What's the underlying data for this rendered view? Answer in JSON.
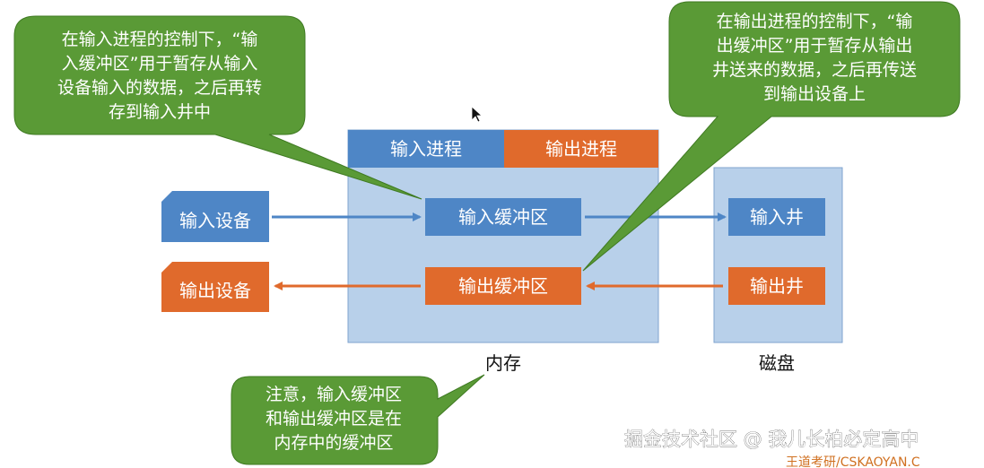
{
  "callouts": {
    "input": [
      "在输入进程的控制下，“输",
      "入缓冲区”用于暂存从输入",
      "设备输入的数据，之后再转",
      "存到输入井中"
    ],
    "output": [
      "在输出进程的控制下，“输",
      "出缓冲区”用于暂存从输出",
      "井送来的数据，之后再传送",
      "到输出设备上"
    ],
    "note": [
      "注意，输入缓冲区",
      "和输出缓冲区是在",
      "内存中的缓冲区"
    ]
  },
  "memory": {
    "label": "内存",
    "input_process": "输入进程",
    "output_process": "输出进程",
    "input_buffer": "输入缓冲区",
    "output_buffer": "输出缓冲区"
  },
  "disk": {
    "label": "磁盘",
    "input_well": "输入井",
    "output_well": "输出井"
  },
  "devices": {
    "input_device": "输入设备",
    "output_device": "输出设备"
  },
  "watermark": {
    "main": "掘金技术社区 @ 我儿长柏必定高中",
    "bottom": "王道考研/CSKAOYAN.C"
  },
  "colors": {
    "blue": "#4e86c6",
    "orange": "#e06a2c",
    "green": "#5a9a36",
    "light_blue": "#b8d0ea"
  }
}
